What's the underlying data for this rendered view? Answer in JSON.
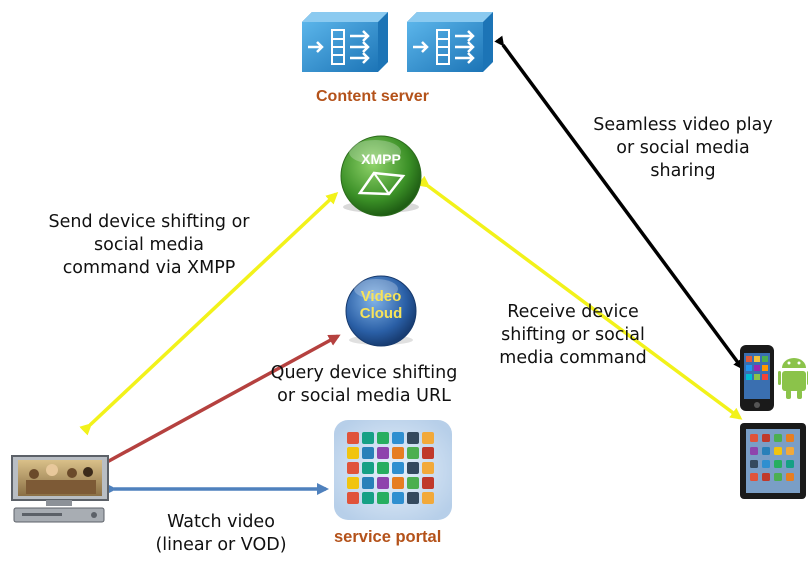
{
  "nodes": {
    "content_server": {
      "label": "Content server"
    },
    "xmpp": {
      "label": "XMPP"
    },
    "video_cloud": {
      "label_line1": "Video",
      "label_line2": "Cloud"
    },
    "service_portal": {
      "label": "service portal"
    }
  },
  "labels": {
    "seamless": [
      "Seamless video play",
      "or social media",
      "sharing"
    ],
    "send_cmd": [
      "Send device shifting or",
      "social media",
      "command via XMPP"
    ],
    "receive_cmd": [
      "Receive  device",
      "shifting or social",
      "media command"
    ],
    "query": [
      "Query device shifting",
      "or social media URL"
    ],
    "watch": [
      "Watch video",
      "(linear or VOD)"
    ]
  },
  "colors": {
    "black_arrow": "#000000",
    "yellow_arrow": "#f2f21a",
    "red_arrow": "#b5413f",
    "blue_arrow": "#4f81bd",
    "server_blue": "#2f8fd0",
    "xmpp_green": "#3f9a2a",
    "cloud_blue": "#2a5fa6",
    "label_orange": "#b4521a"
  }
}
